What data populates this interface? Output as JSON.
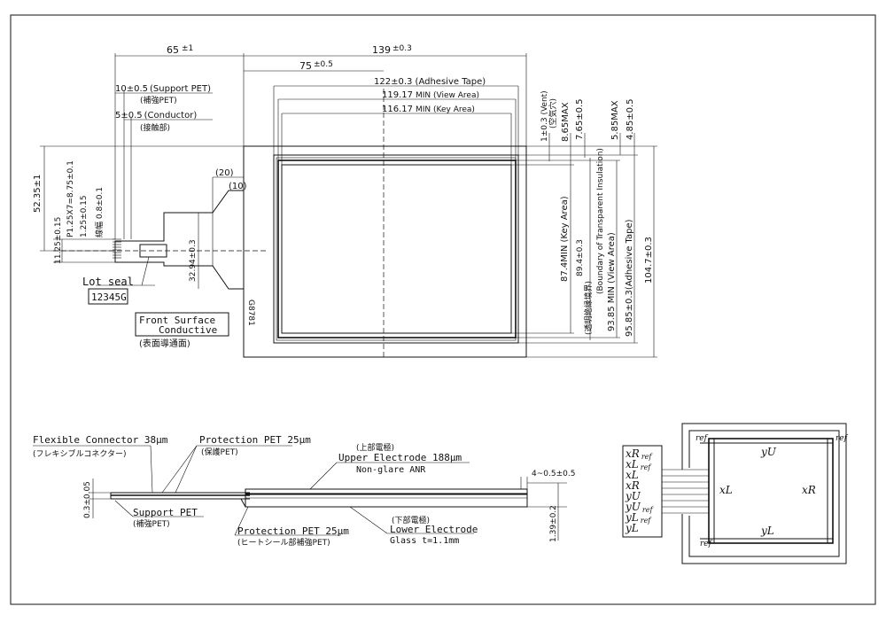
{
  "top_dims": {
    "d65": "65",
    "d65_tol": "±1",
    "d139": "139",
    "d139_tol": "±0.3",
    "d75": "75",
    "d75_tol": "±0.5",
    "adhesive_tape_w": "122±0.3 (Adhesive Tape)",
    "view_area_w_val": "119.17",
    "view_area_w_lbl": "MIN (View Area)",
    "key_area_w_val": "116.17",
    "key_area_w_lbl": "MIN (Key Area)",
    "support_pet_val": "10±0.5",
    "support_pet_lbl": "(Support PET)",
    "support_pet_jp": "(補強PET)",
    "conductor_val": "5±0.5",
    "conductor_lbl": "(Conductor)",
    "conductor_jp": "(接触部)",
    "d20": "(20)",
    "d10": "(10)"
  },
  "right_dims": {
    "vent": "1±0.3 (Vent)",
    "vent_jp": "(空気穴)",
    "d865": "8.65MAX",
    "d765": "7.65±0.5",
    "d585": "5.85MAX",
    "d485": "4.85±0.5",
    "key_area_h": "87.4MIN (Key Area)",
    "boundary_val": "89.4±0.3",
    "boundary_lbl": "(Boundary of Transparent Insulation)",
    "boundary_jp": "(透明絶縁境界)",
    "view_area_h": "93.85 MIN (View Area)",
    "adhesive_h": "95.85±0.3(Adhesive Tape)",
    "overall_h": "104.7±0.3"
  },
  "left_dims": {
    "d5235": "52.35±1",
    "pitch": "P1.25X7=8.75±0.1",
    "d125": "1.25±0.15",
    "d08": "線幅 0.8±0.1",
    "d1125": "11.25±0.15",
    "d3294": "32.94±0.3"
  },
  "labels": {
    "lot_seal": "Lot seal",
    "lot_number": "12345G",
    "front_surface_1": "Front Surface",
    "front_surface_2": "Conductive",
    "front_surface_jp": "(表面導通面)",
    "part_no": "G8781"
  },
  "cross_section": {
    "flex_connector": "Flexible Connector 38μm",
    "flex_connector_jp": "(フレキシブルコネクター)",
    "protection_pet_top": "Protection PET 25μm",
    "protection_pet_top_jp": "(保護PET)",
    "upper_jp": "(上部電極)",
    "upper_electrode": "Upper Electrode 188μm",
    "non_glare": "Non-glare ANR",
    "d03": "0.3±0.05",
    "support_pet": "Support PET",
    "support_pet_jp": "(補強PET)",
    "protection_pet_bottom": "Protection PET 25μm",
    "protection_pet_bottom_jp": "(ヒートシール部補強PET)",
    "lower_jp": "(下部電極)",
    "lower_electrode": "Lower Electrode",
    "glass": "Glass t=1.1mm",
    "d4": "4~0.5±0.5",
    "d139": "1.39±0.2"
  },
  "pinout": {
    "pins": [
      "xR",
      "xL",
      "xL",
      "xR",
      "yU",
      "yU",
      "yL",
      "yL"
    ],
    "pin_refs": [
      "ref",
      "ref",
      "",
      "",
      "",
      "ref",
      "ref",
      ""
    ],
    "yU": "yU",
    "yL": "yL",
    "xL": "xL",
    "xR": "xR",
    "ref": "ref"
  }
}
